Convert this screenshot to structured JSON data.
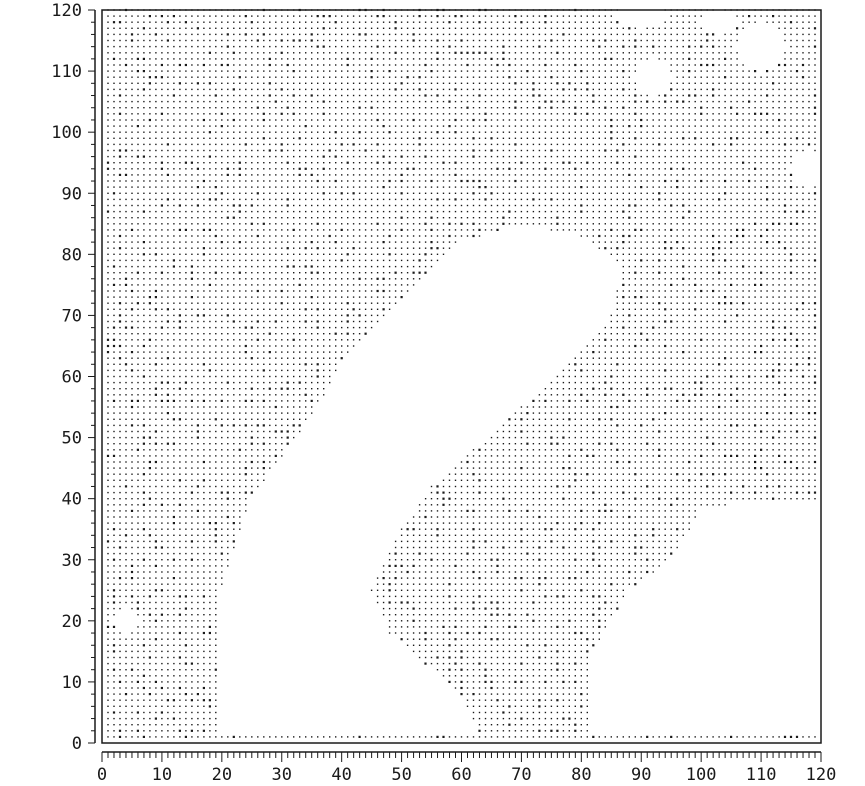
{
  "chart_data": {
    "type": "scatter",
    "title": "",
    "xlabel": "",
    "ylabel": "",
    "xlim": [
      0,
      120
    ],
    "ylim": [
      0,
      120
    ],
    "x_ticks": [
      0,
      10,
      20,
      30,
      40,
      50,
      60,
      70,
      80,
      90,
      100,
      110,
      120
    ],
    "y_ticks": [
      0,
      10,
      20,
      30,
      40,
      50,
      60,
      70,
      80,
      90,
      100,
      110,
      120
    ],
    "x_tick_labels": [
      "0",
      "10",
      "20",
      "30",
      "40",
      "50",
      "60",
      "70",
      "80",
      "90",
      "100",
      "110",
      "120"
    ],
    "y_tick_labels": [
      "0",
      "10",
      "20",
      "30",
      "40",
      "50",
      "60",
      "70",
      "80",
      "90",
      "100",
      "110",
      "120"
    ],
    "grid": false,
    "legend": "none",
    "marker_color": "#1a1a1a",
    "dot_fill_note": "dense dot-matrix fill over region excluding white areas",
    "white_regions": [
      {
        "kind": "main-blob",
        "polygon": [
          [
            20,
            2
          ],
          [
            20,
            25
          ],
          [
            25,
            40
          ],
          [
            36,
            55
          ],
          [
            40,
            62
          ],
          [
            50,
            72
          ],
          [
            60,
            82
          ],
          [
            70,
            85
          ],
          [
            80,
            83
          ],
          [
            87,
            78
          ],
          [
            85,
            70
          ],
          [
            78,
            62
          ],
          [
            70,
            55
          ],
          [
            62,
            48
          ],
          [
            55,
            42
          ],
          [
            50,
            35
          ],
          [
            45,
            25
          ],
          [
            48,
            18
          ],
          [
            60,
            8
          ],
          [
            63,
            2
          ]
        ]
      },
      {
        "kind": "lower-right-cells",
        "polygon": [
          [
            82,
            2
          ],
          [
            82,
            15
          ],
          [
            88,
            25
          ],
          [
            95,
            30
          ],
          [
            100,
            38
          ],
          [
            110,
            40
          ],
          [
            120,
            40
          ],
          [
            120,
            2
          ]
        ]
      },
      {
        "kind": "top-right-hole-1",
        "ellipse": [
          90,
          119,
          4,
          2
        ]
      },
      {
        "kind": "top-right-hole-2",
        "ellipse": [
          103,
          118,
          3,
          2
        ]
      },
      {
        "kind": "top-right-hole-3",
        "ellipse": [
          92,
          109,
          3,
          3
        ]
      },
      {
        "kind": "top-right-hole-4",
        "ellipse": [
          110,
          114,
          4,
          4
        ]
      },
      {
        "kind": "top-right-hole-5",
        "ellipse": [
          118,
          94,
          3,
          3
        ]
      },
      {
        "kind": "left-hole",
        "ellipse": [
          4,
          20,
          2,
          2
        ]
      }
    ]
  }
}
